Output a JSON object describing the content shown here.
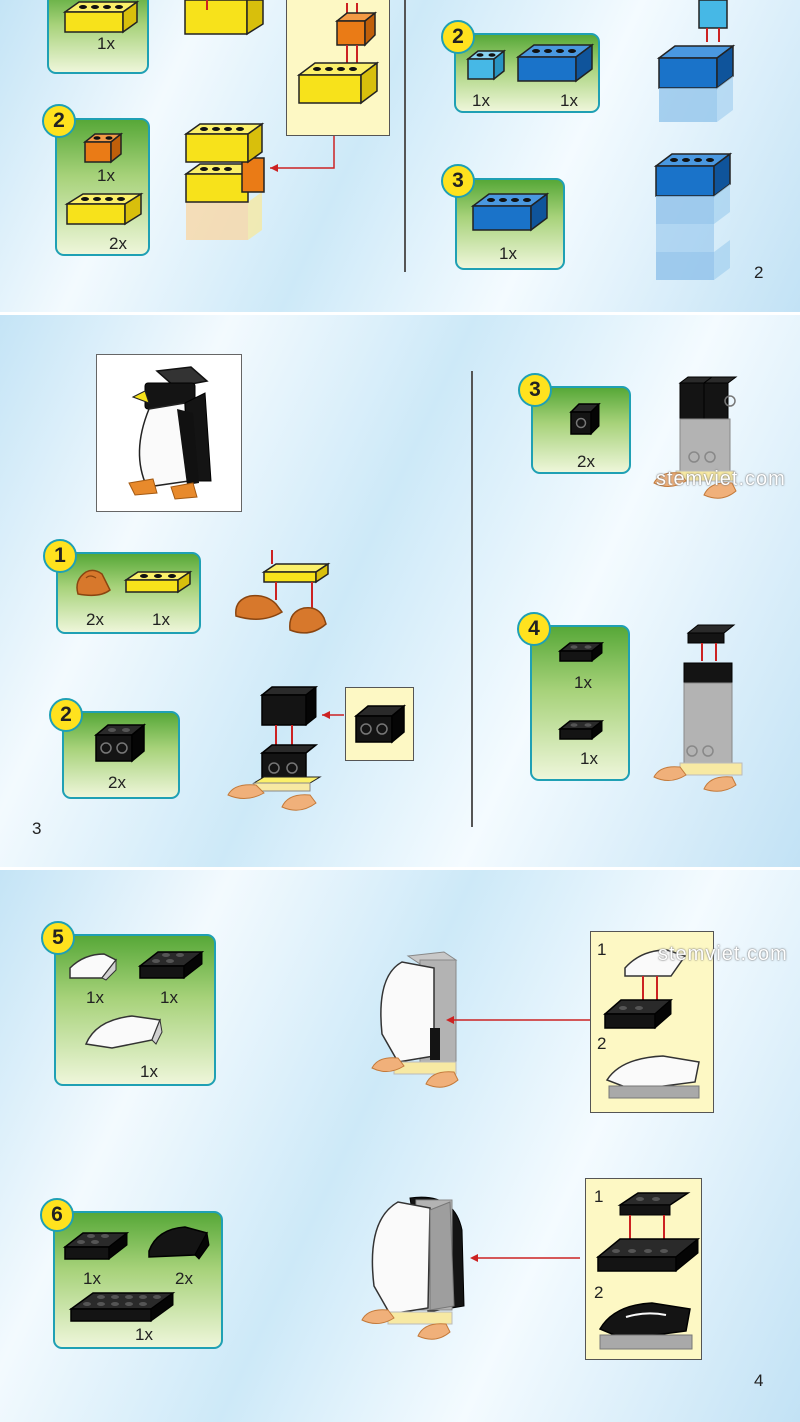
{
  "page2": {
    "left": {
      "step1": {
        "qty": "1x"
      },
      "step2": {
        "number": "2",
        "qty_top": "1x",
        "qty_bottom": "2x"
      }
    },
    "right": {
      "step2": {
        "number": "2",
        "qty_left": "1x",
        "qty_right": "1x"
      },
      "step3": {
        "number": "3",
        "qty": "1x"
      }
    },
    "page_number": "2"
  },
  "page3": {
    "step1": {
      "number": "1",
      "qty_left": "2x",
      "qty_right": "1x"
    },
    "step2": {
      "number": "2",
      "qty": "2x"
    },
    "step3": {
      "number": "3",
      "qty": "2x"
    },
    "step4": {
      "number": "4",
      "qty_top": "1x",
      "qty_bottom": "1x"
    },
    "page_number": "3"
  },
  "page4": {
    "step5": {
      "number": "5",
      "qty_a": "1x",
      "qty_b": "1x",
      "qty_c": "1x",
      "sub1": "1",
      "sub2": "2"
    },
    "step6": {
      "number": "6",
      "qty_a": "1x",
      "qty_b": "2x",
      "qty_c": "1x",
      "sub1": "1",
      "sub2": "2"
    },
    "page_number": "4"
  },
  "watermark": "stemviet.com",
  "colors": {
    "yellow": "#f7e21b",
    "orange": "#ea7b16",
    "blue": "#1a73c9",
    "light_blue": "#46b8e6",
    "black": "#141414",
    "white": "#fafafa",
    "gray": "#a9a9a9",
    "tan": "#e9a872",
    "arrow_red": "#cc2222"
  }
}
